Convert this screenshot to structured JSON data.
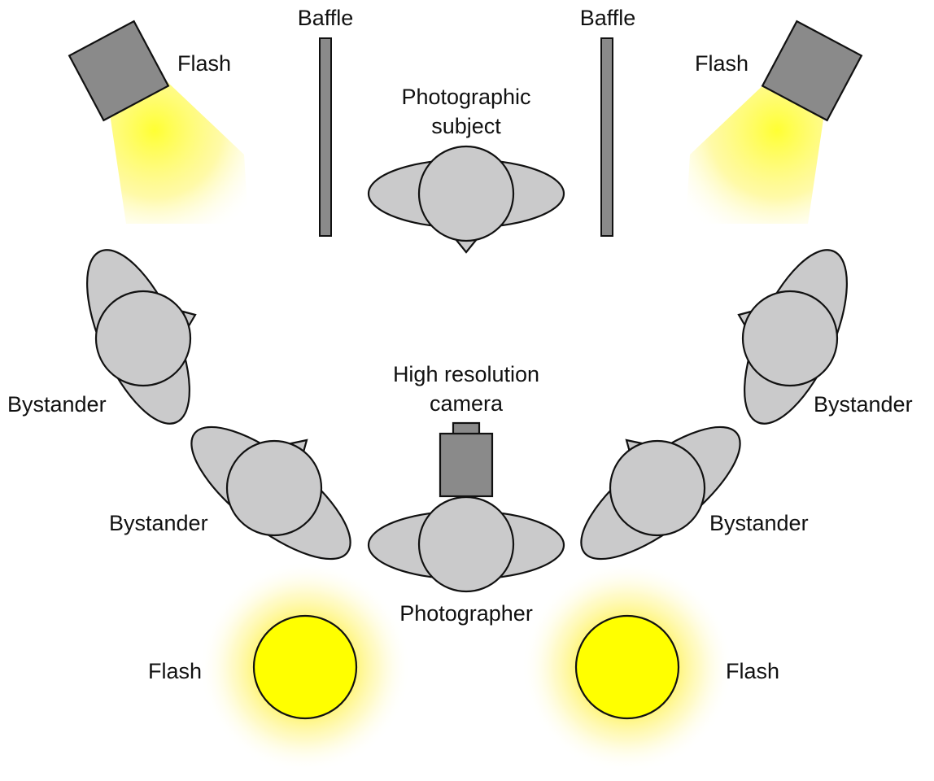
{
  "labels": {
    "baffle_left": "Baffle",
    "baffle_right": "Baffle",
    "flash_top_left": "Flash",
    "flash_top_right": "Flash",
    "subject_line1": "Photographic",
    "subject_line2": "subject",
    "bystander_upper_left": "Bystander",
    "bystander_lower_left": "Bystander",
    "bystander_upper_right": "Bystander",
    "bystander_lower_right": "Bystander",
    "camera_line1": "High resolution",
    "camera_line2": "camera",
    "photographer": "Photographer",
    "flash_bottom_left": "Flash",
    "flash_bottom_right": "Flash"
  },
  "colors": {
    "person_fill": "#cacacb",
    "equipment_fill": "#8a8a8a",
    "outline": "#111111",
    "flash_yellow": "#ffff00",
    "flash_glow": "#fff46a",
    "background": "#ffffff"
  }
}
